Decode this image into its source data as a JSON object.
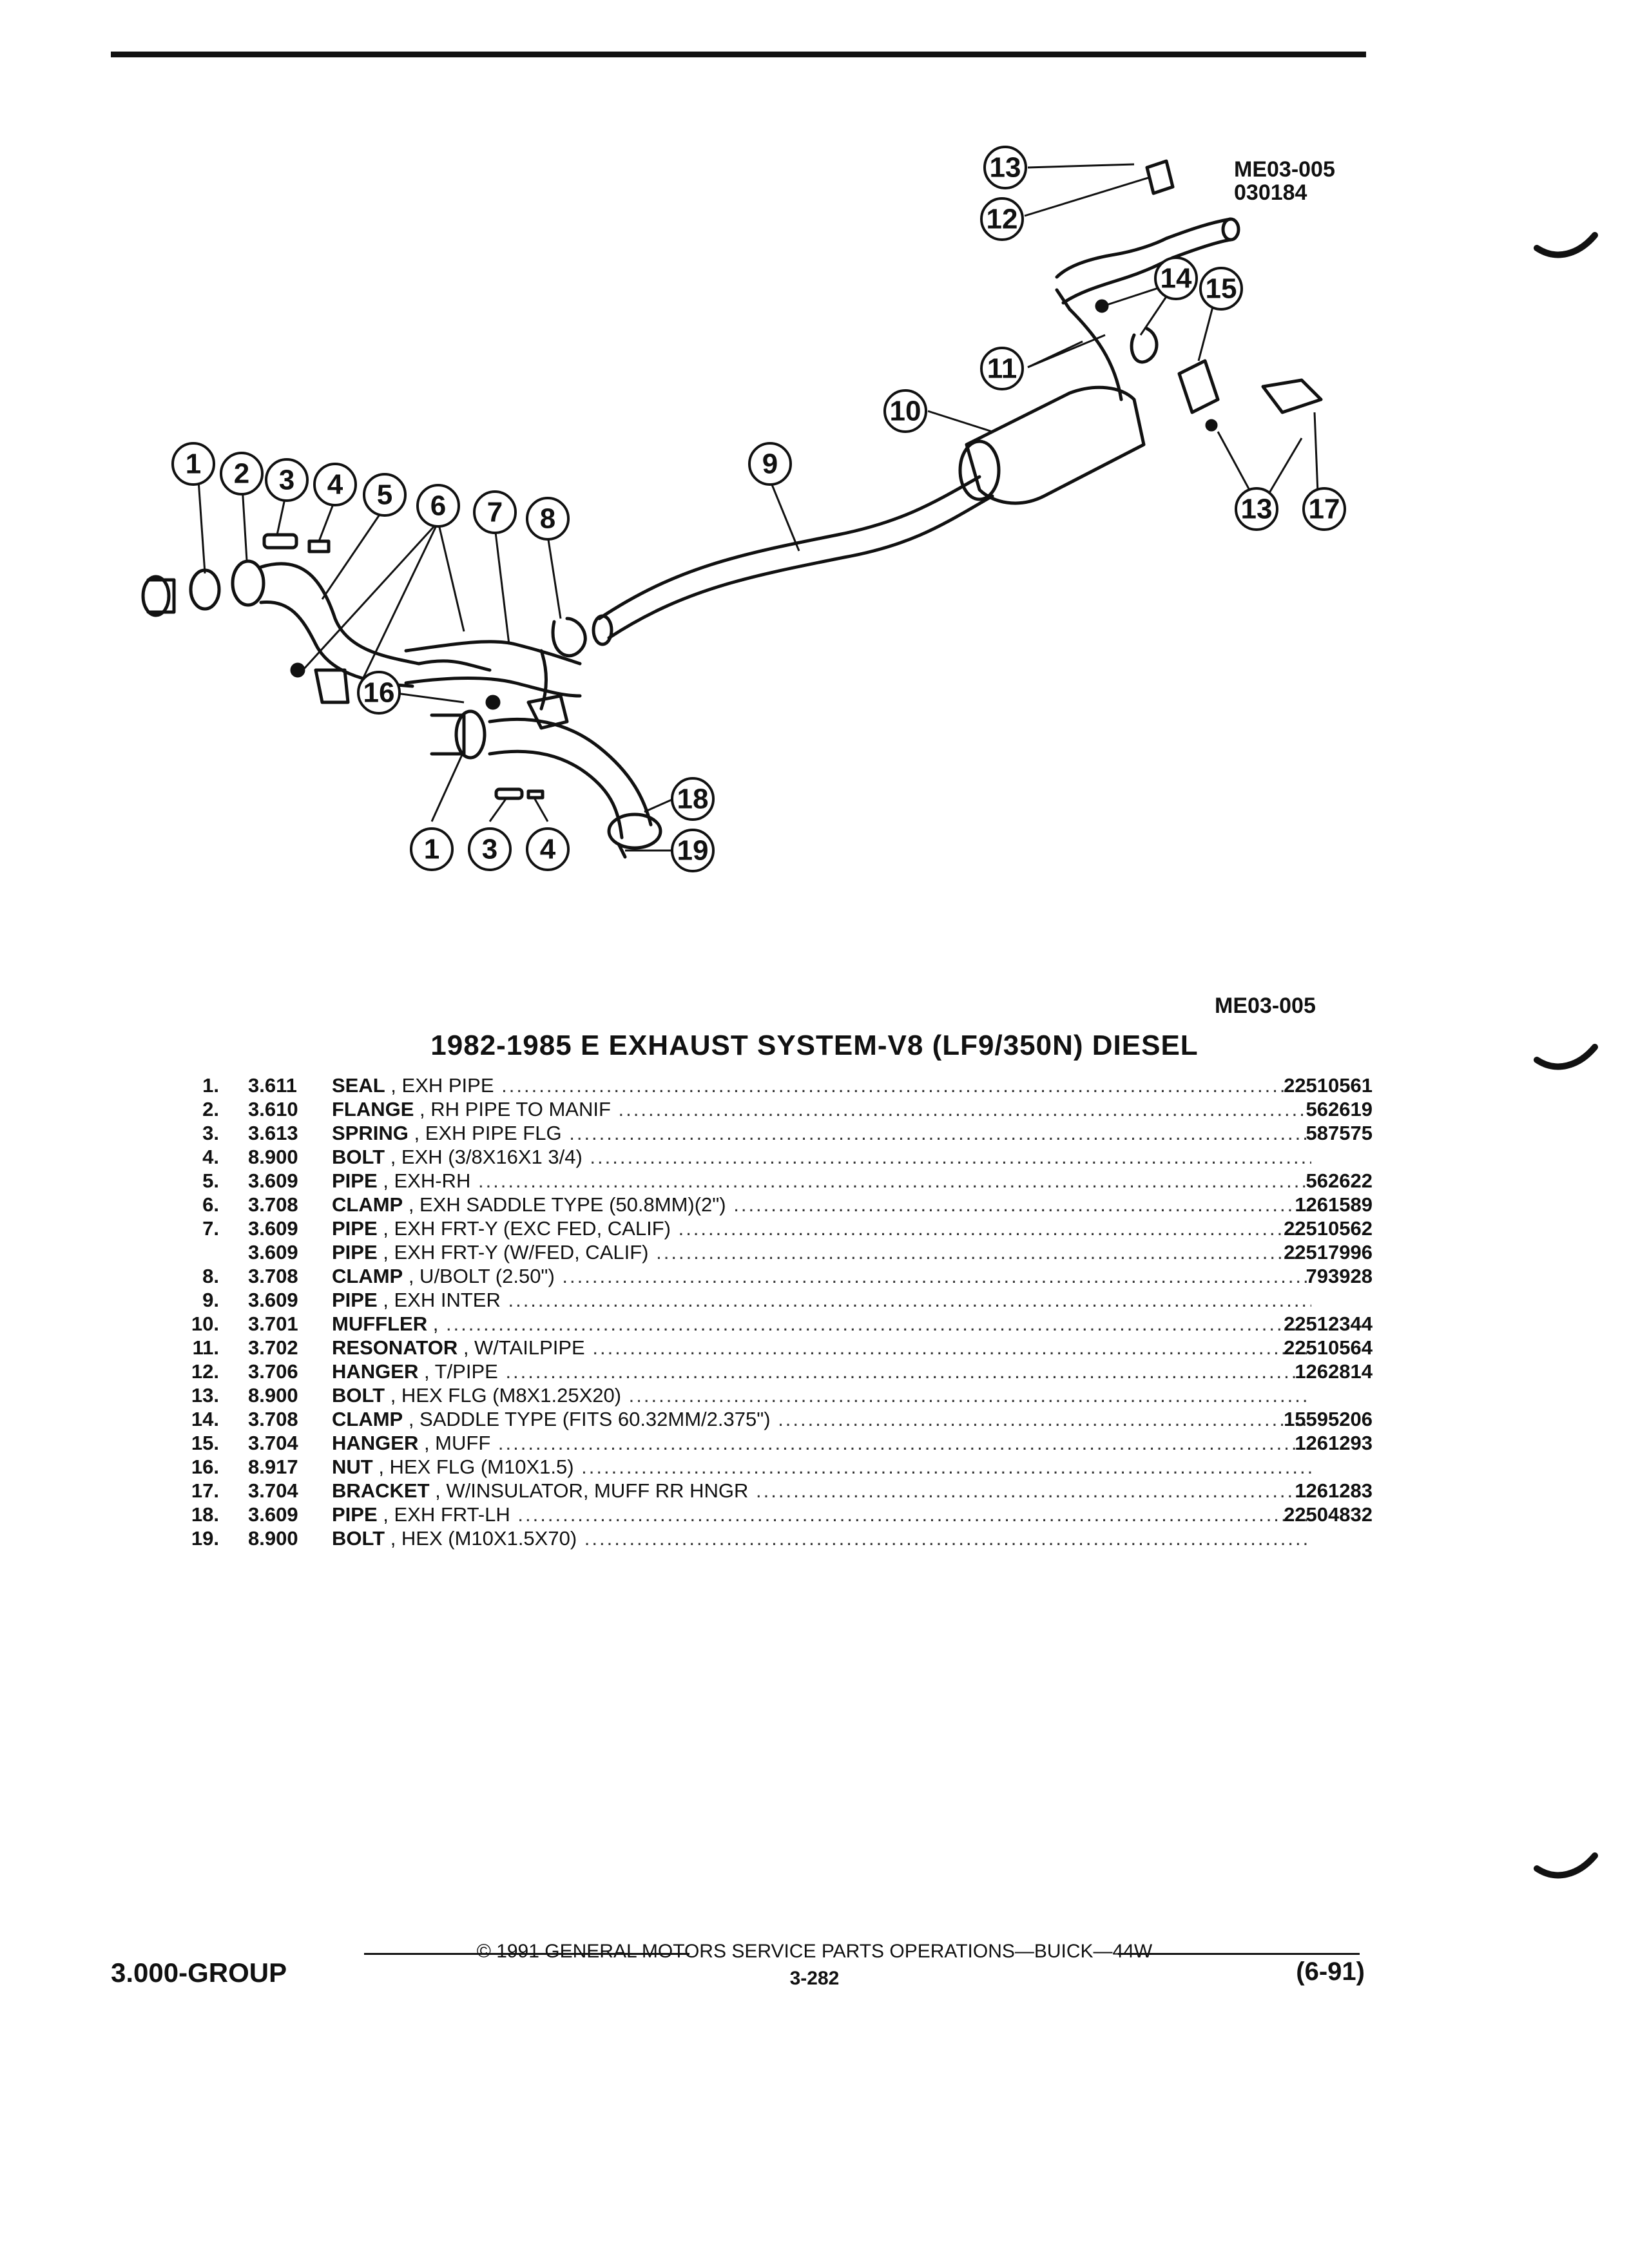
{
  "drawing_code_top": [
    "ME03-005",
    "030184"
  ],
  "drawing_code_bottom": "ME03-005",
  "title": "1982-1985 E EXHAUST SYSTEM-V8 (LF9/350N) DIESEL",
  "callouts": [
    "13",
    "12",
    "14",
    "15",
    "11",
    "10",
    "9",
    "1",
    "2",
    "3",
    "4",
    "5",
    "6",
    "7",
    "8",
    "16",
    "1",
    "3",
    "4",
    "18",
    "19",
    "13",
    "17"
  ],
  "parts": [
    {
      "item": "1.",
      "group": "3.611",
      "name": "SEAL",
      "desc": " , EXH PIPE",
      "part": "22510561"
    },
    {
      "item": "2.",
      "group": "3.610",
      "name": "FLANGE",
      "desc": " , RH PIPE TO MANIF",
      "part": "562619"
    },
    {
      "item": "3.",
      "group": "3.613",
      "name": "SPRING",
      "desc": " , EXH PIPE FLG",
      "part": "587575"
    },
    {
      "item": "4.",
      "group": "8.900",
      "name": "BOLT",
      "desc": " , EXH (3/8X16X1 3/4)",
      "part": ""
    },
    {
      "item": "5.",
      "group": "3.609",
      "name": "PIPE",
      "desc": " , EXH-RH",
      "part": "562622"
    },
    {
      "item": "6.",
      "group": "3.708",
      "name": "CLAMP",
      "desc": " , EXH SADDLE TYPE (50.8MM)(2\")",
      "part": "1261589"
    },
    {
      "item": "7.",
      "group": "3.609",
      "name": "PIPE",
      "desc": " , EXH FRT-Y (EXC FED, CALIF)",
      "part": "22510562"
    },
    {
      "item": "",
      "group": "3.609",
      "name": "PIPE",
      "desc": " , EXH FRT-Y (W/FED, CALIF)",
      "part": "22517996"
    },
    {
      "item": "8.",
      "group": "3.708",
      "name": "CLAMP",
      "desc": " , U/BOLT (2.50\")",
      "part": "793928"
    },
    {
      "item": "9.",
      "group": "3.609",
      "name": "PIPE",
      "desc": " , EXH INTER",
      "part": ""
    },
    {
      "item": "10.",
      "group": "3.701",
      "name": "MUFFLER",
      "desc": " ,",
      "part": "22512344"
    },
    {
      "item": "11.",
      "group": "3.702",
      "name": "RESONATOR",
      "desc": " , W/TAILPIPE",
      "part": "22510564"
    },
    {
      "item": "12.",
      "group": "3.706",
      "name": "HANGER",
      "desc": " , T/PIPE",
      "part": "1262814"
    },
    {
      "item": "13.",
      "group": "8.900",
      "name": "BOLT",
      "desc": " , HEX FLG (M8X1.25X20)",
      "part": ""
    },
    {
      "item": "14.",
      "group": "3.708",
      "name": "CLAMP",
      "desc": " , SADDLE TYPE (FITS 60.32MM/2.375\")",
      "part": "15595206"
    },
    {
      "item": "15.",
      "group": "3.704",
      "name": "HANGER",
      "desc": " , MUFF",
      "part": "1261293"
    },
    {
      "item": "16.",
      "group": "8.917",
      "name": "NUT",
      "desc": " , HEX FLG (M10X1.5)",
      "part": ""
    },
    {
      "item": "17.",
      "group": "3.704",
      "name": "BRACKET",
      "desc": " , W/INSULATOR, MUFF RR HNGR",
      "part": "1261283"
    },
    {
      "item": "18.",
      "group": "3.609",
      "name": "PIPE",
      "desc": " , EXH FRT-LH",
      "part": "22504832"
    },
    {
      "item": "19.",
      "group": "8.900",
      "name": "BOLT",
      "desc": " , HEX (M10X1.5X70)",
      "part": ""
    }
  ],
  "footer": {
    "copyright": "© 1991  GENERAL MOTORS SERVICE PARTS OPERATIONS—BUICK—44W",
    "page": "3-282",
    "group": "3.000-GROUP",
    "date": "(6-91)"
  }
}
